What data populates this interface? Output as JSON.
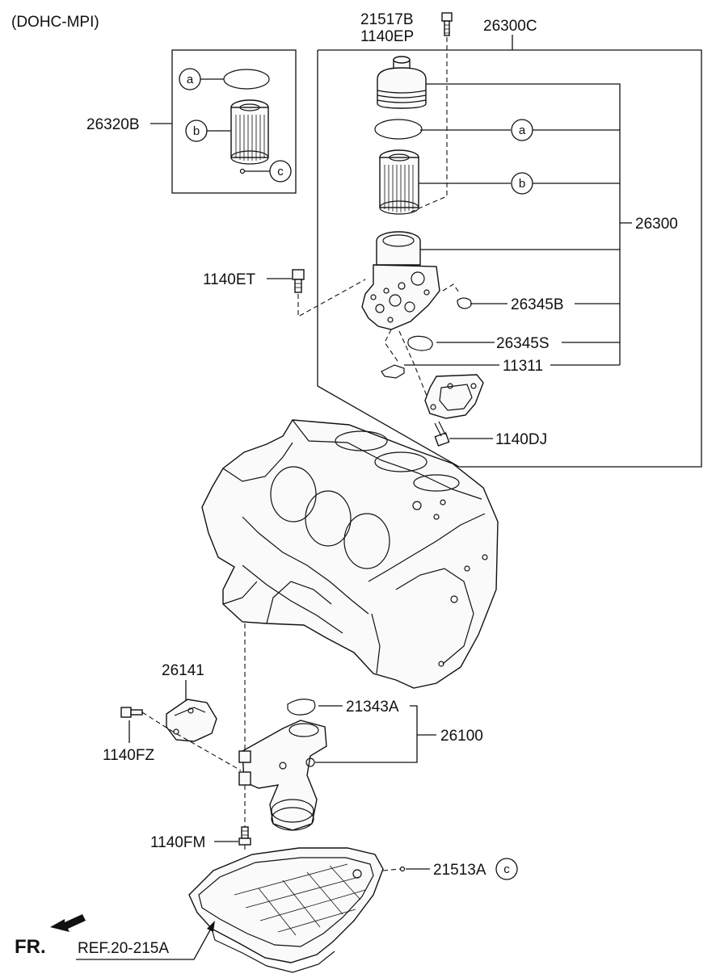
{
  "header": {
    "variant": "(DOHC-MPI)"
  },
  "callouts": {
    "a": "a",
    "b": "b",
    "c": "c"
  },
  "parts": {
    "p21517B": "21517B",
    "p1140EP": "1140EP",
    "p26300C": "26300C",
    "p26320B": "26320B",
    "p26300": "26300",
    "p1140ET": "1140ET",
    "p26345B": "26345B",
    "p26345S": "26345S",
    "p11311": "11311",
    "p1140DJ": "1140DJ",
    "p26141": "26141",
    "p21343A": "21343A",
    "p1140FZ": "1140FZ",
    "p26100": "26100",
    "p1140FM": "1140FM",
    "p21513A": "21513A"
  },
  "footer": {
    "front": "FR.",
    "ref": "REF.20-215A"
  }
}
